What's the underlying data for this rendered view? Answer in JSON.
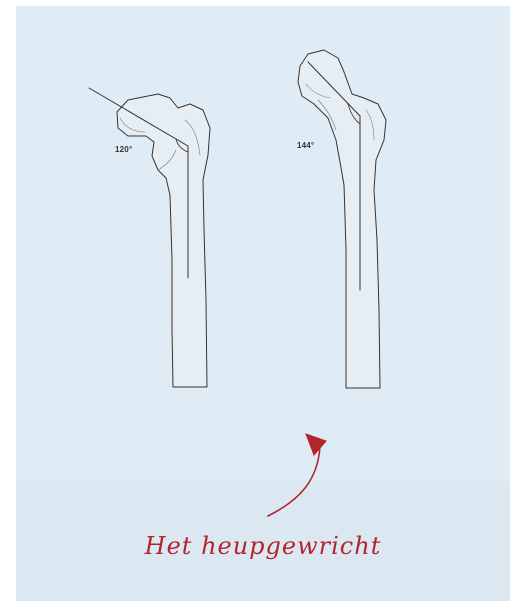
{
  "figure": {
    "left_bone": {
      "angle_label": "120°"
    },
    "right_bone": {
      "angle_label": "144°"
    }
  },
  "caption": "Het heupgewricht",
  "colors": {
    "panel_background": "#dbe8f2",
    "line": "#333333",
    "caption": "#b1262c"
  },
  "icons": {
    "arrow": "curved-arrow-icon"
  }
}
